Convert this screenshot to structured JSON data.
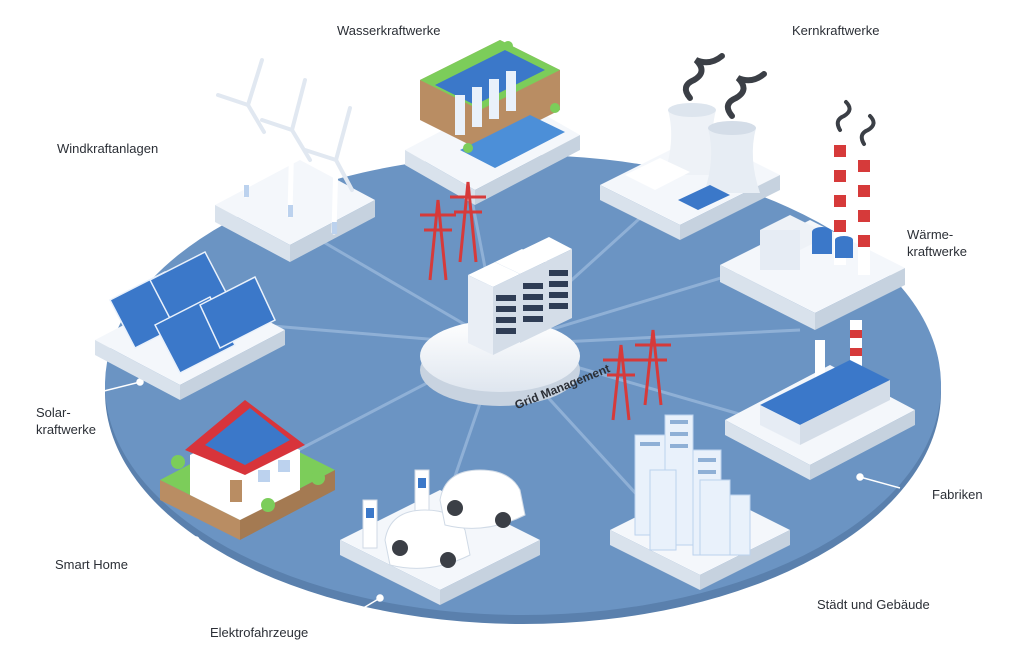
{
  "hub": {
    "label": "Grid Management"
  },
  "nodes": {
    "wasser": "Wasserkraftwerke",
    "kern": "Kernkraftwerke",
    "wind": "Windkraftanlagen",
    "waerme_l1": "Wärme-",
    "waerme_l2": "kraftwerke",
    "solar_l1": "Solar-",
    "solar_l2": "kraftwerke",
    "fabriken": "Fabriken",
    "smarthome": "Smart Home",
    "staedte": "Städt und Gebäude",
    "elektro": "Elektrofahrzeuge"
  },
  "colors": {
    "platform": "#6b94c3",
    "platform_edge": "#5a80ad",
    "spoke": "#8fb0d6",
    "building": "#f3f6fa",
    "accent_blue": "#3b78c9",
    "tower_red": "#d63a3a",
    "roof_red": "#d8343b",
    "grass": "#7ccd5a",
    "label_text": "#2b2f36"
  }
}
